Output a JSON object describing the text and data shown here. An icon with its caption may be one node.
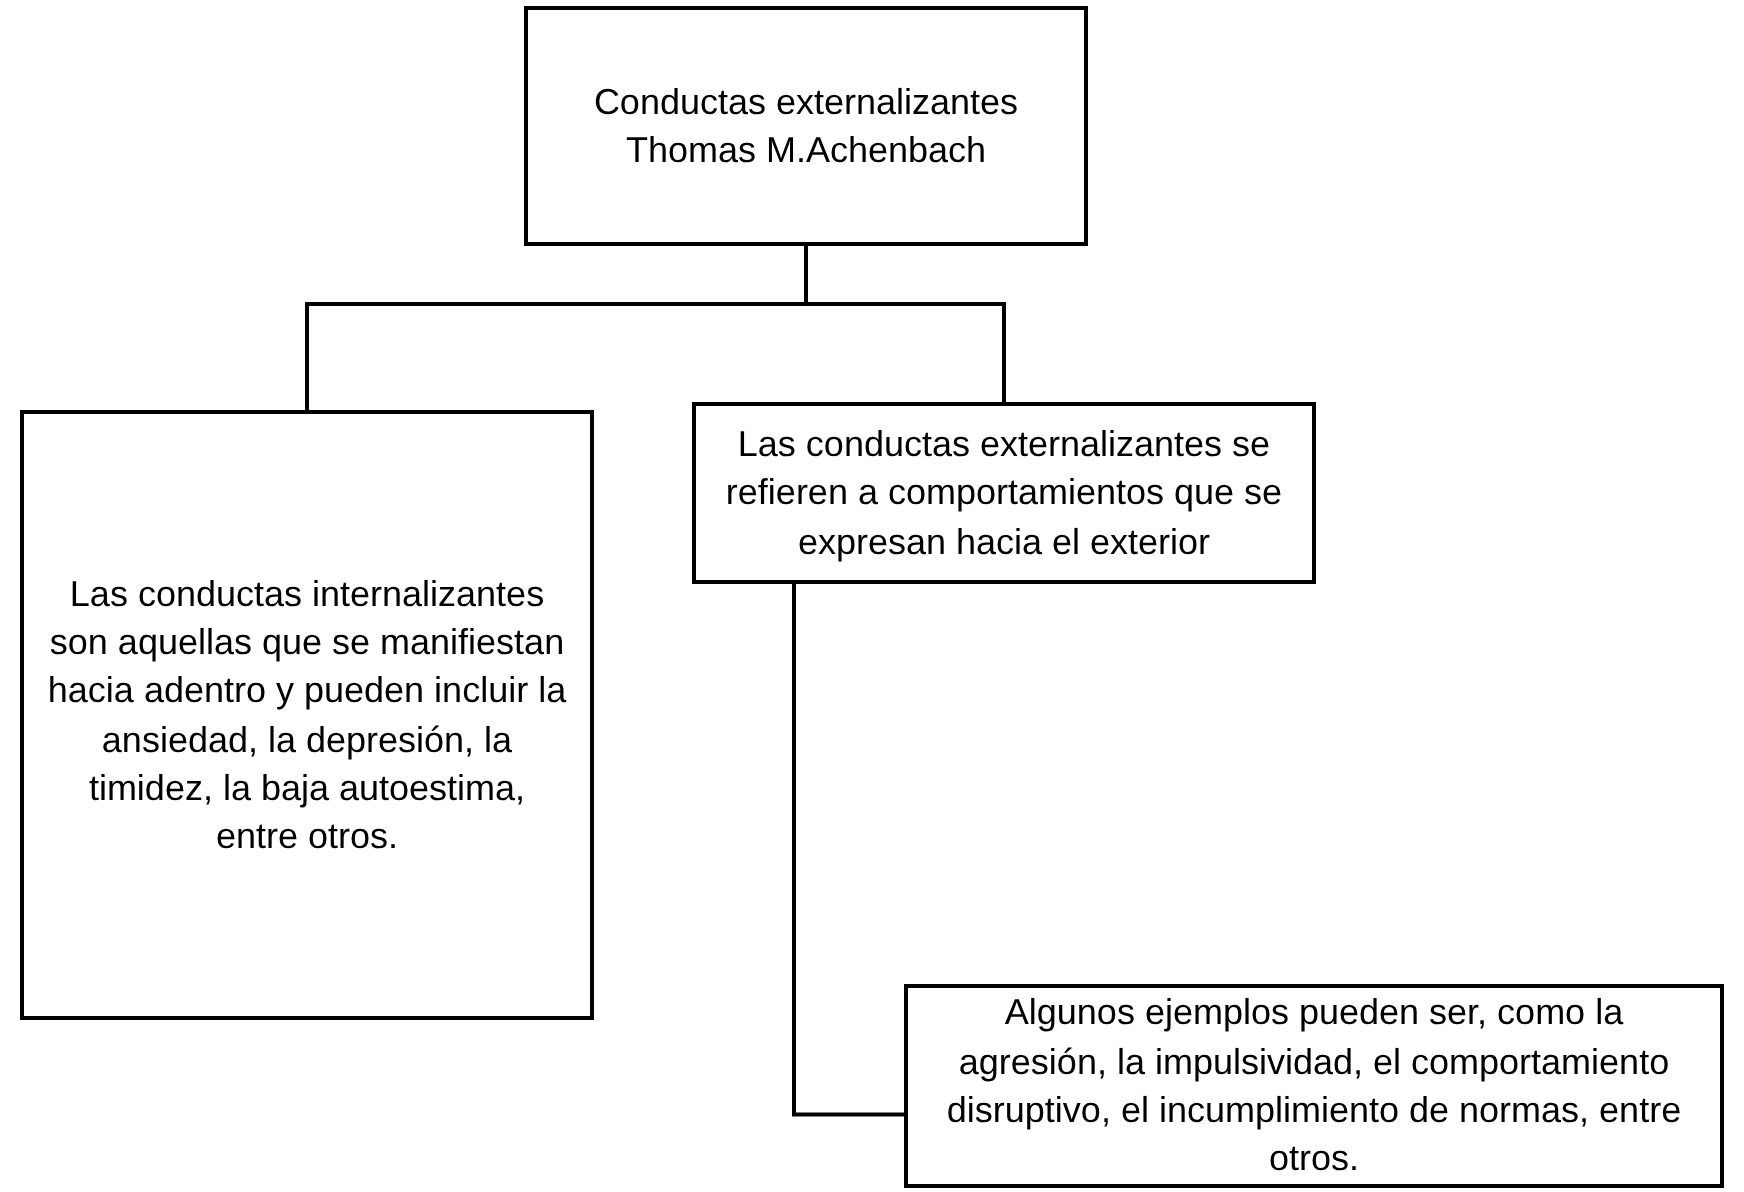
{
  "diagram": {
    "nodes": [
      {
        "text": [
          "Conductas externalizantes Thomas M.Achenbach"
        ]
      },
      {
        "text": [
          "Las conductas internalizantes son aquellas que se manifiestan hacia adentro y pueden incluir la ansiedad, la depresión, la timidez, la baja autoestima, entre otros."
        ]
      },
      {
        "text": [
          "Las conductas externalizantes se refieren a comportamientos que se expresan hacia el exterior"
        ]
      },
      {
        "text": [
          "Algunos ejemplos pueden ser, como la agresión, la impulsividad, el comportamiento disruptivo, el incumplimiento de normas, entre otros."
        ]
      }
    ],
    "edges": [
      {
        "from": 0,
        "to": 1,
        "arrow": "none"
      },
      {
        "from": 0,
        "to": 2,
        "arrow": "none"
      },
      {
        "from": 2,
        "to": 3,
        "arrow": "none"
      }
    ]
  }
}
